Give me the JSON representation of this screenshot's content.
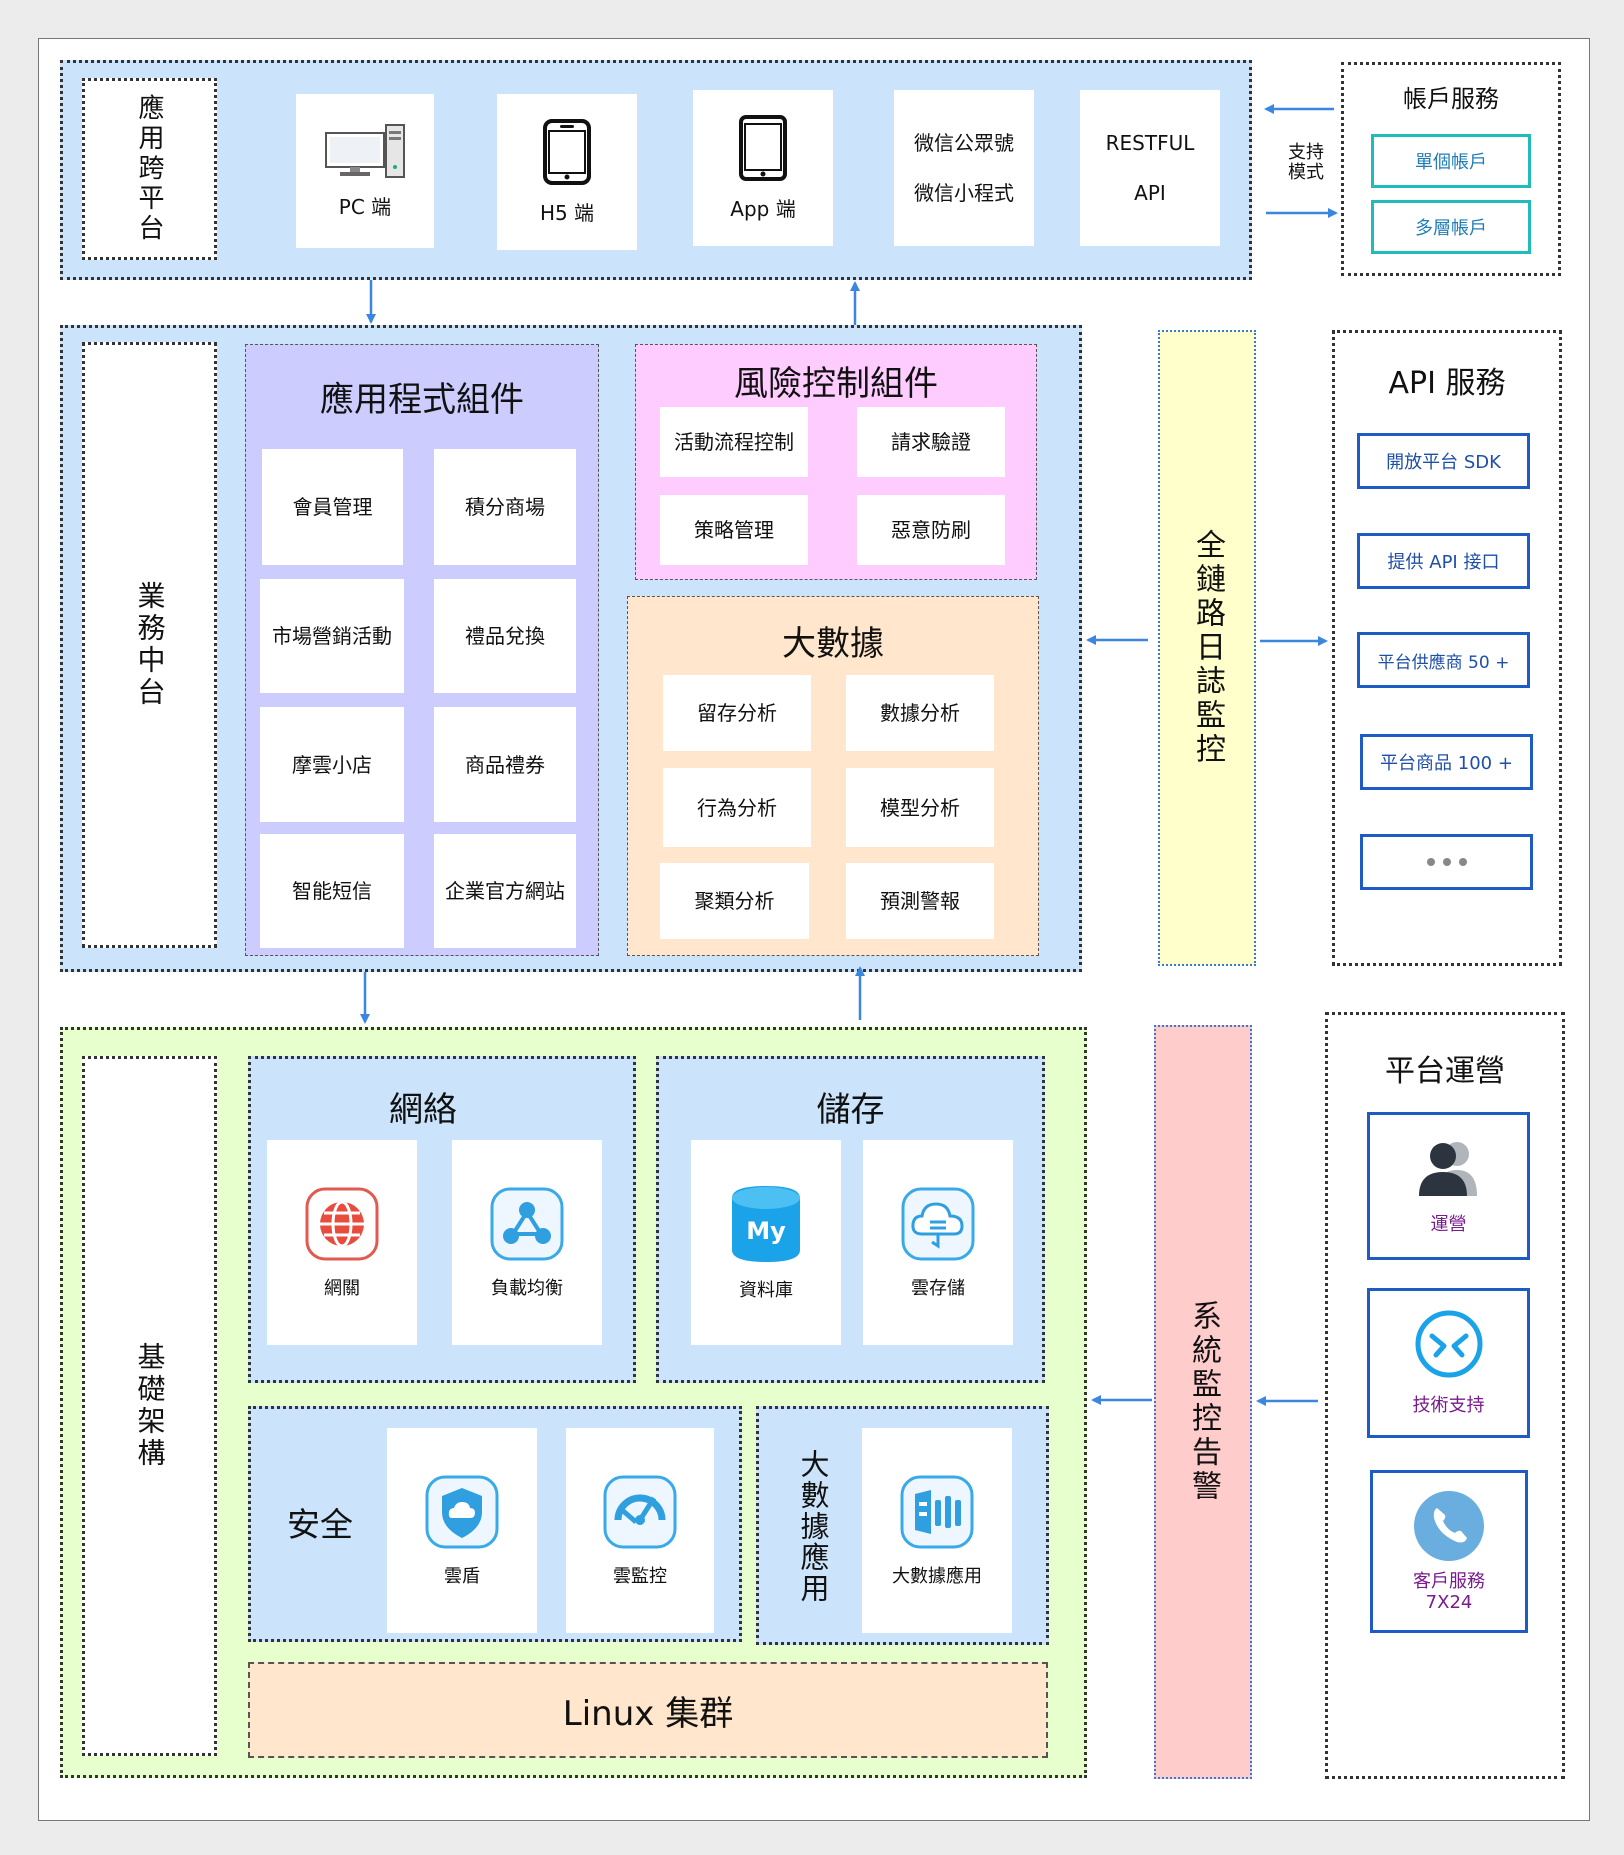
{
  "app_layer": {
    "label": "應用跨平台",
    "items": [
      {
        "line1": "PC 端",
        "icon": "desktop-computer-icon"
      },
      {
        "line1": "H5 端",
        "icon": "mobile-phone-icon"
      },
      {
        "line1": "App 端",
        "icon": "tablet-icon"
      },
      {
        "line1": "微信公眾號",
        "line2": "微信小程式"
      },
      {
        "line1": "RESTFUL",
        "line2": "API"
      }
    ]
  },
  "account": {
    "title": "帳戶服務",
    "support_label": "支持\n模式",
    "items": [
      "單個帳戶",
      "多層帳戶"
    ]
  },
  "business": {
    "label": "業務中台",
    "app_components": {
      "title": "應用程式組件",
      "items": [
        "會員管理",
        "積分商場",
        "市場營銷活動",
        "禮品兌換",
        "摩雲小店",
        "商品禮券",
        "智能短信",
        "企業官方網站"
      ]
    },
    "risk": {
      "title": "風險控制組件",
      "items": [
        "活動流程控制",
        "請求驗證",
        "策略管理",
        "惡意防刷"
      ]
    },
    "bigdata": {
      "title": "大數據",
      "items": [
        "留存分析",
        "數據分析",
        "行為分析",
        "模型分析",
        "聚類分析",
        "預測警報"
      ]
    }
  },
  "log_monitor": "全鏈路日誌監控",
  "api_service": {
    "title": "API 服務",
    "items": [
      "開放平台 SDK",
      "提供 API 接口",
      "平台供應商 50 +",
      "平台商品 100 +"
    ],
    "more_icon": "ellipsis-icon"
  },
  "infra": {
    "label": "基礎架構",
    "network": {
      "title": "網絡",
      "items": [
        {
          "label": "網關",
          "icon": "globe-icon"
        },
        {
          "label": "負載均衡",
          "icon": "share-nodes-icon"
        }
      ]
    },
    "storage": {
      "title": "儲存",
      "items": [
        {
          "label": "資料庫",
          "icon": "mysql-database-icon"
        },
        {
          "label": "雲存儲",
          "icon": "cloud-storage-icon"
        }
      ]
    },
    "security": {
      "title": "安全",
      "items": [
        {
          "label": "雲盾",
          "icon": "cloud-shield-icon"
        },
        {
          "label": "雲監控",
          "icon": "gauge-icon"
        }
      ]
    },
    "bigdata_app": {
      "title": "大數據應用",
      "item": {
        "label": "大數據應用",
        "icon": "bar-chart-icon"
      }
    },
    "cluster": "Linux 集群"
  },
  "sys_monitor": "系統監控告警",
  "operations": {
    "title": "平台運營",
    "items": [
      {
        "label": "運營",
        "icon": "users-icon"
      },
      {
        "label": "技術支持",
        "icon": "remote-support-icon"
      },
      {
        "label": "客戶服務\n7X24",
        "icon": "phone-icon"
      }
    ]
  },
  "colors": {
    "light_blue": "#cce4fb",
    "lavender": "#ccccff",
    "pink": "#ffccff",
    "peach": "#ffe6cc",
    "light_green": "#e6ffcc",
    "light_yellow": "#ffffcc",
    "light_red": "#ffcccc",
    "arrow": "#3a86e0"
  }
}
